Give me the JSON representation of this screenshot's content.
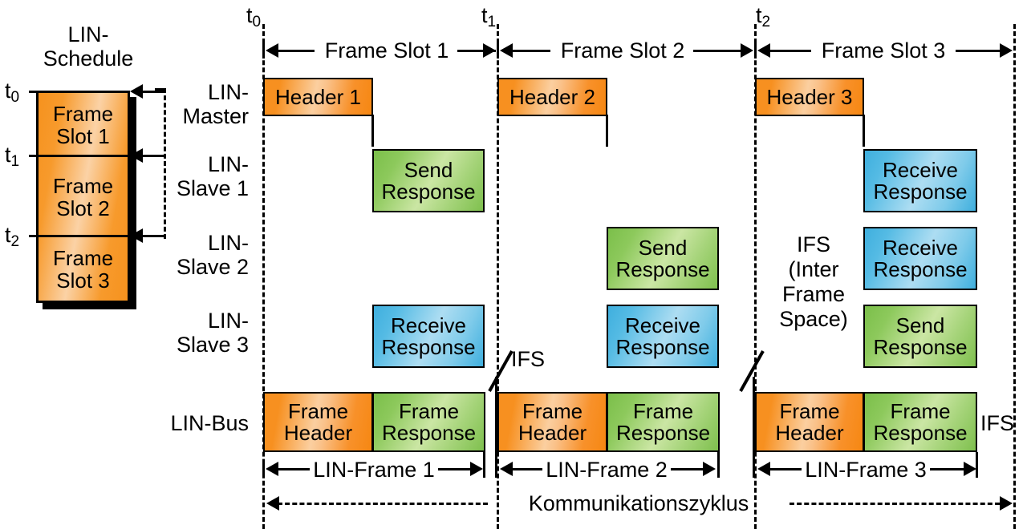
{
  "diagram": {
    "title": "LIN communication cycle timing diagram",
    "colors": {
      "header_orange": "#F6921E",
      "send_green": "#8DC95C",
      "receive_blue": "#55BBE4",
      "line_black": "#000000",
      "background": "#FFFFFF"
    }
  },
  "schedule": {
    "title_line1": "LIN-",
    "title_line2": "Schedule",
    "slots": [
      {
        "line1": "Frame",
        "line2": "Slot 1",
        "time_label": "t",
        "time_sub": "0"
      },
      {
        "line1": "Frame",
        "line2": "Slot 2",
        "time_label": "t",
        "time_sub": "1"
      },
      {
        "line1": "Frame",
        "line2": "Slot 3",
        "time_label": "t",
        "time_sub": "2"
      }
    ]
  },
  "timeline": {
    "markers": [
      {
        "label": "t",
        "sub": "0"
      },
      {
        "label": "t",
        "sub": "1"
      },
      {
        "label": "t",
        "sub": "2"
      }
    ],
    "frame_slots": [
      "Frame Slot 1",
      "Frame Slot 2",
      "Frame Slot 3"
    ]
  },
  "rows": {
    "master": {
      "line1": "LIN-",
      "line2": "Master"
    },
    "slave1": {
      "line1": "LIN-",
      "line2": "Slave 1"
    },
    "slave2": {
      "line1": "LIN-",
      "line2": "Slave 2"
    },
    "slave3": {
      "line1": "LIN-",
      "line2": "Slave 3"
    },
    "bus": {
      "line1": "LIN-Bus"
    }
  },
  "master_blocks": [
    {
      "text": "Header 1"
    },
    {
      "text": "Header 2"
    },
    {
      "text": "Header 3"
    }
  ],
  "slave1_blocks": [
    {
      "line1": "Send",
      "line2": "Response",
      "kind": "send"
    },
    {
      "line1": "Receive",
      "line2": "Response",
      "kind": "receive"
    }
  ],
  "slave2_blocks": [
    {
      "line1": "Send",
      "line2": "Response",
      "kind": "send"
    },
    {
      "line1": "Receive",
      "line2": "Response",
      "kind": "receive"
    }
  ],
  "slave3_blocks": [
    {
      "line1": "Receive",
      "line2": "Response",
      "kind": "receive"
    },
    {
      "line1": "Receive",
      "line2": "Response",
      "kind": "receive"
    },
    {
      "line1": "Send",
      "line2": "Response",
      "kind": "send"
    }
  ],
  "bus_frames": [
    {
      "header_l1": "Frame",
      "header_l2": "Header",
      "resp_l1": "Frame",
      "resp_l2": "Response",
      "caption": "LIN-Frame 1"
    },
    {
      "header_l1": "Frame",
      "header_l2": "Header",
      "resp_l1": "Frame",
      "resp_l2": "Response",
      "caption": "LIN-Frame 2"
    },
    {
      "header_l1": "Frame",
      "header_l2": "Header",
      "resp_l1": "Frame",
      "resp_l2": "Response",
      "caption": "LIN-Frame 3"
    }
  ],
  "annotations": {
    "ifs_short_1": "IFS",
    "ifs_short_2": "IFS",
    "ifs_expanded": {
      "l1": "IFS",
      "l2": "(Inter",
      "l3": "Frame",
      "l4": "Space)"
    },
    "cycle": "Kommunikationszyklus"
  }
}
